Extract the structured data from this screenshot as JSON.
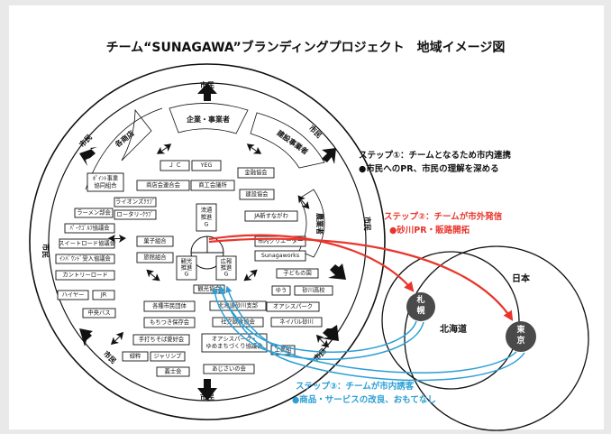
{
  "title": "チーム“SUNAGAWA”ブランディングプロジェクト　地域イメージ図",
  "ring_labels": {
    "top": "市民",
    "bottom": "市民",
    "left": "市民",
    "right": "市民",
    "upper_left": "市民",
    "upper_right": "市民",
    "lower_left": "市民",
    "lower_right": "市民"
  },
  "sectors": {
    "shops": "各商店",
    "business": "企業・事業者",
    "construction": "建設事業者",
    "agriculture": "農業者"
  },
  "boxes": {
    "jc": "Ｊ Ｃ",
    "yeg": "YEG",
    "shotenkai": "商店会連合会",
    "shokokaigisho": "商工会議所",
    "kinzoku": "金融協会",
    "kensetsu": "建設協会",
    "ja": "JA新すながわ",
    "point": "ﾎﾟｲﾝﾄ事業\n協同組合",
    "lions": "ライオンズｸﾗﾌﾞ",
    "rotary": "ロータリｰｸﾗﾌﾞ",
    "ramen": "ラーメン部会",
    "parkgolf": "ﾊﾟｰｸｺﾞﾙﾌ協議会",
    "sweets": "スイートロード協議会",
    "inbound": "ｲﾝﾊﾞｳﾝﾄﾞ受入協議会",
    "country": "カントリーロード",
    "hire": "ハイヤー",
    "jr": "JR",
    "chuobus": "中央バス",
    "kashi": "菓子組合",
    "ryokan": "旅館組合",
    "creator": "市内クリエーター",
    "sunagaworks": "Sunagaworks",
    "kodomo": "子どもの国",
    "yuu": "ゆう",
    "koko": "砂川高校",
    "kankokyokai": "観光協会",
    "kakushu": "各種市民団体",
    "hokudai": "北海道砂川支部",
    "mochitsuki": "もちつき保存会",
    "shakyo": "社交飲食協会",
    "oasis": "オアシスパーク",
    "negaibura": "ネイパル砂川",
    "teuchi": "手打ちそば愛好会",
    "oasisp": "オアシスパーク・\nゆめまちづくり協議会",
    "ryokuju": "緑粋",
    "jarinpu": "ジャリンプ",
    "gishikai": "義士会",
    "ajisai": "あじさいの会",
    "kogei": "工業組"
  },
  "center": {
    "ryutsu": "流通\n推進\nG",
    "kanko": "観光\n推進\nG",
    "koho": "広報\n推進\nG"
  },
  "regions": {
    "sapporo": "札\n幌",
    "tokyo": "東\n京",
    "hokkaido": "北海道",
    "japan": "日本"
  },
  "steps": {
    "step1_title": "ステップ①：チームとなるため市内連携",
    "step1_desc": "●市民へのPR、市民の理解を深める",
    "step2_title": "ステップ②：チームが市外発信",
    "step2_desc": "●砂川PR・販路開拓",
    "step3_title": "ステップ③：チームが市内誘客",
    "step3_desc": "●商品・サービスの改良、おもてなし"
  },
  "colors": {
    "step2": "#e8352b",
    "step3": "#2b9fd4",
    "city": "#4a4a4a"
  }
}
